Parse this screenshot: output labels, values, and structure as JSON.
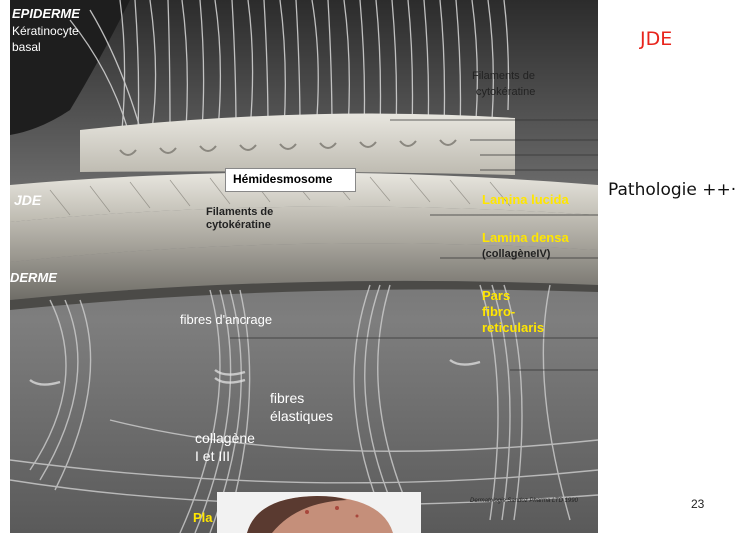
{
  "slide": {
    "title": "JDE",
    "side_note": "Pathologie ++·",
    "page_number": "23"
  },
  "colors": {
    "title": "#e8241c",
    "highlight": "#ffe600",
    "label": "#ffffff"
  },
  "illustration": {
    "epiderme": "EPIDERME",
    "keratinocyte": "Kératinocyte",
    "basal": "basal",
    "filaments_top_1": "Filaments de",
    "filaments_top_2": "cytokératine",
    "hemidesmosome": "Hémidesmosome",
    "jde": "JDE",
    "filaments_mid_1": "Filaments de",
    "filaments_mid_2": "cytokératine",
    "lamina_lucida": "Lamina lucida",
    "lamina_densa": "Lamina densa",
    "collagene_iv": "(collagèneIV)",
    "derme": "DERME",
    "fibres_ancrage": "fibres d'ancrage",
    "pars_1": "Pars",
    "pars_2": "fibro-",
    "pars_3": "reticularis",
    "fibres_elastiques_1": "fibres",
    "fibres_elastiques_2": "élastiques",
    "collagene_1": "collagène",
    "collagene_2": "I et III",
    "pla": "Pla",
    "credit": "Dermatologie Sandoz Pharma LTD 1990"
  }
}
